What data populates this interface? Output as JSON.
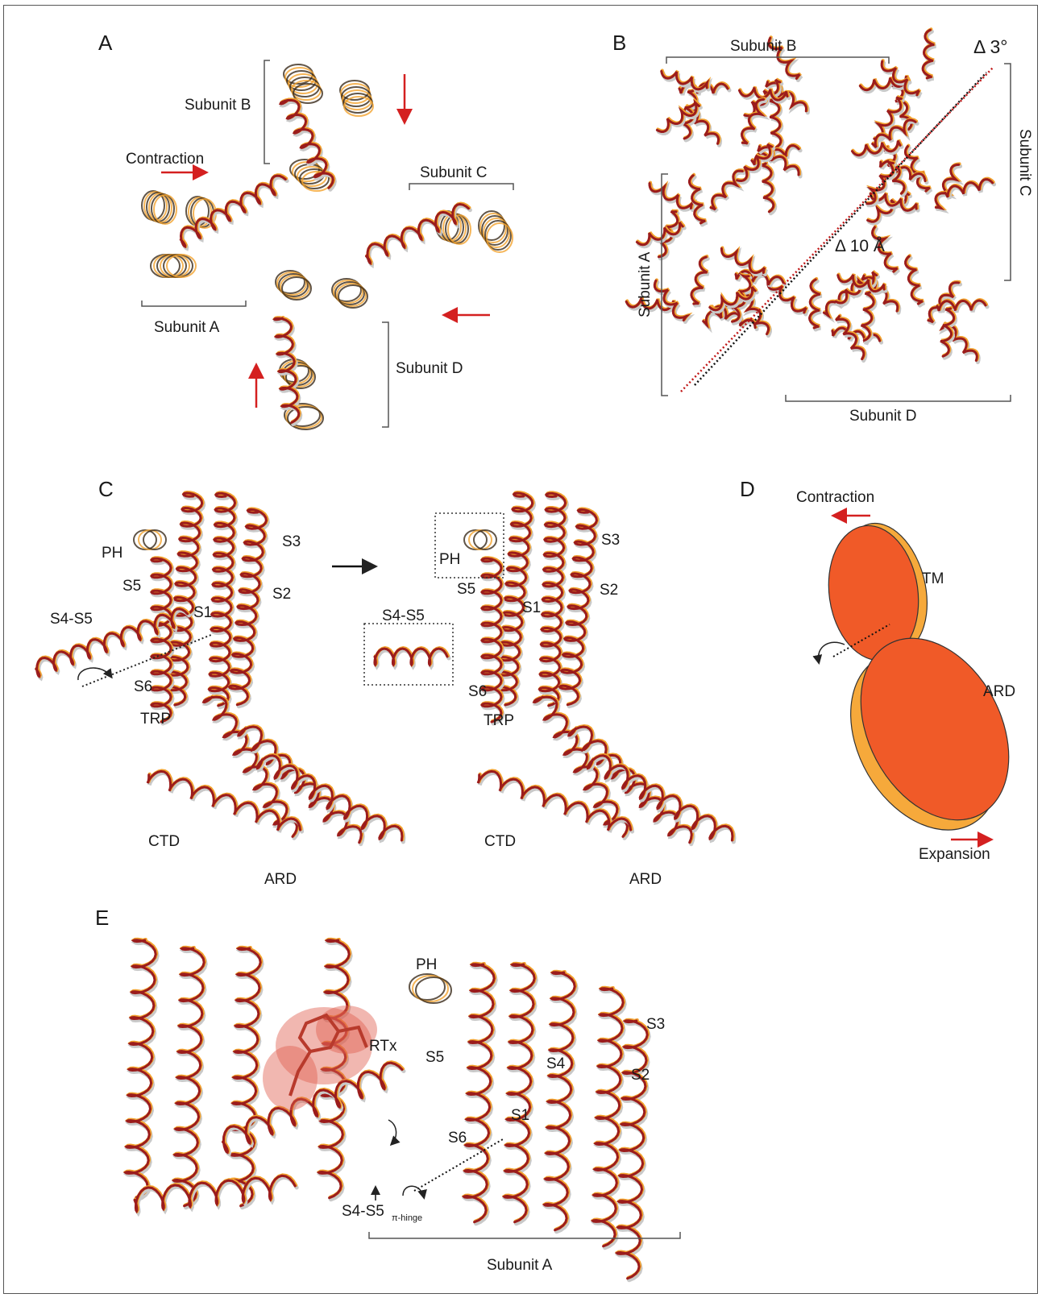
{
  "panels": {
    "A": {
      "letter": "A",
      "subunit_b": "Subunit B",
      "subunit_c": "Subunit C",
      "subunit_a": "Subunit A",
      "subunit_d": "Subunit D",
      "contraction": "Contraction"
    },
    "B": {
      "letter": "B",
      "subunit_b": "Subunit B",
      "subunit_c": "Subunit C",
      "subunit_a": "Subunit A",
      "subunit_d": "Subunit D",
      "angle": "Δ 3°",
      "distance": "Δ 10 Å"
    },
    "C": {
      "letter": "C",
      "left": {
        "ph": "PH",
        "s3": "S3",
        "s5": "S5",
        "s2": "S2",
        "s4s5": "S4-S5",
        "s1": "S1",
        "s6": "S6",
        "trp": "TRP",
        "ctd": "CTD",
        "ard": "ARD"
      },
      "right": {
        "ph": "PH",
        "s3": "S3",
        "s5": "S5",
        "s2": "S2",
        "s4s5": "S4-S5",
        "s1": "S1",
        "s6": "S6",
        "trp": "TRP",
        "ctd": "CTD",
        "ard": "ARD"
      }
    },
    "D": {
      "letter": "D",
      "contraction": "Contraction",
      "tm": "TM",
      "ard": "ARD",
      "expansion": "Expansion"
    },
    "E": {
      "letter": "E",
      "ph": "PH",
      "s3": "S3",
      "rtx": "RTx",
      "s5": "S5",
      "s4": "S4",
      "s2": "S2",
      "s1": "S1",
      "s6": "S6",
      "s4s5": "S4-S5",
      "hinge": "π-hinge",
      "subunit_a": "Subunit A"
    }
  },
  "colors": {
    "dark_red": "#9b1c1c",
    "orange": "#f2a22e",
    "grey": "#c9c9c9",
    "red_arrow": "#d42020",
    "ellipse_front": "#f05a28",
    "ellipse_back": "#f6a93b",
    "ligand": "#e0604f"
  }
}
